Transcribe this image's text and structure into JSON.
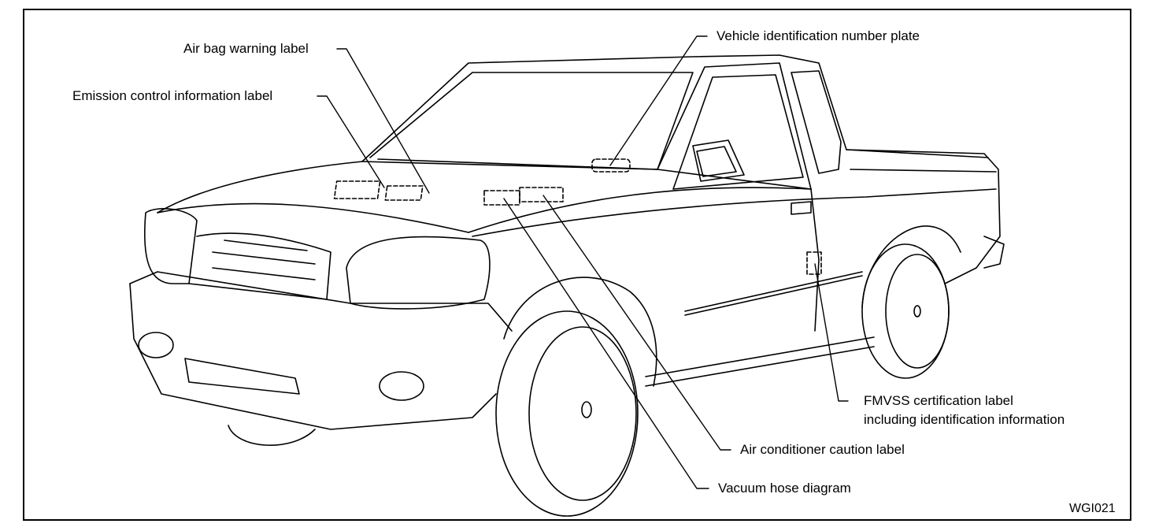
{
  "labels": {
    "airbag": "Air bag warning label",
    "emission": "Emission control information label",
    "vin": "Vehicle identification number plate",
    "fmvss_line1": "FMVSS certification label",
    "fmvss_line2": "including identification information",
    "ac": "Air conditioner caution label",
    "vacuum": "Vacuum hose diagram"
  },
  "figure_id": "WGI021"
}
